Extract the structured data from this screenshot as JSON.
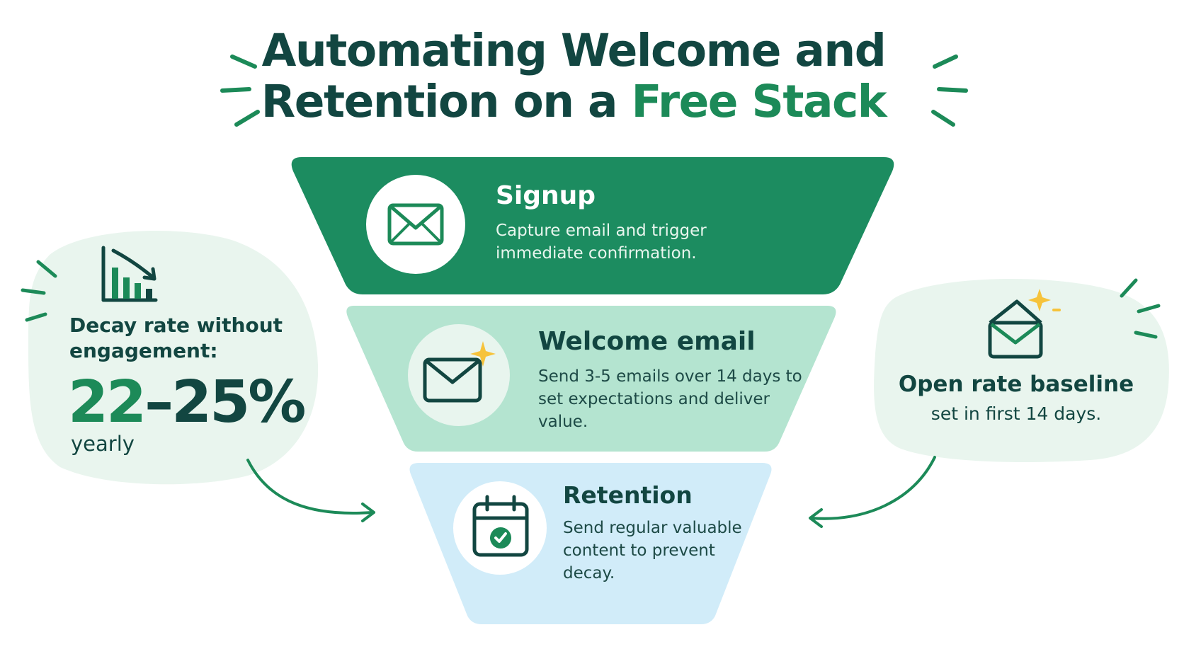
{
  "title": {
    "line1": "Automating Welcome and",
    "line2_prefix": "Retention on a ",
    "line2_accent": "Free Stack"
  },
  "funnel": [
    {
      "stage": "Signup",
      "description": "Capture email and trigger immediate confirmation.",
      "icon": "envelope-icon",
      "color": "#1c8c60"
    },
    {
      "stage": "Welcome email",
      "description": "Send 3-5 emails over 14 days to set expectations and deliver value.",
      "icon": "envelope-sparkle-icon",
      "color": "#b4e4d0"
    },
    {
      "stage": "Retention",
      "description": "Send regular valuable content to prevent decay.",
      "icon": "calendar-check-icon",
      "color": "#d1ecf9"
    }
  ],
  "left_callout": {
    "label": "Decay rate without engagement:",
    "value_a": "22",
    "value_sep": "–",
    "value_b": "25%",
    "unit": "yearly",
    "icon": "declining-bar-chart-icon"
  },
  "right_callout": {
    "label": "Open rate baseline",
    "sub": "set in first 14 days.",
    "icon": "open-envelope-sparkle-icon"
  },
  "colors": {
    "dark_teal": "#124641",
    "brand_green": "#1c8a58",
    "mint_blob": "#e8f5ee",
    "sparkle": "#f6c33b"
  }
}
